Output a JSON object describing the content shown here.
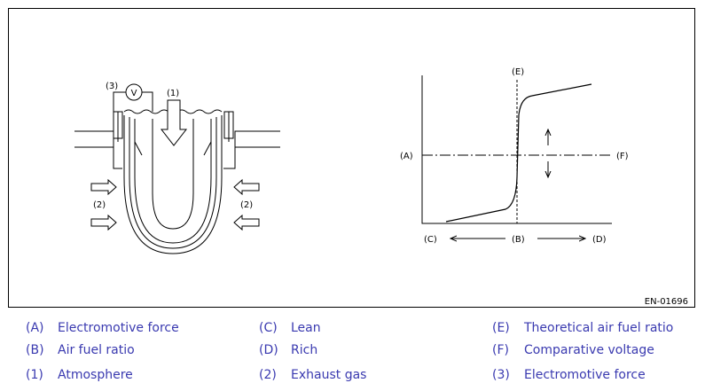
{
  "figure": {
    "code": "EN-01696",
    "labels": {
      "a": "(A)",
      "b": "(B)",
      "c": "(C)",
      "d": "(D)",
      "e": "(E)",
      "f": "(F)",
      "n1": "(1)",
      "n2": "(2)",
      "n3": "(3)",
      "voltmeter": "V"
    }
  },
  "legend": {
    "rows": [
      [
        {
          "key": "(A)",
          "text": "Electromotive force"
        },
        {
          "key": "(C)",
          "text": "Lean"
        },
        {
          "key": "(E)",
          "text": "Theoretical air fuel ratio"
        }
      ],
      [
        {
          "key": "(B)",
          "text": "Air fuel ratio"
        },
        {
          "key": "(D)",
          "text": "Rich"
        },
        {
          "key": "(F)",
          "text": "Comparative voltage"
        }
      ],
      [
        {
          "key": "(1)",
          "text": "Atmosphere"
        },
        {
          "key": "(2)",
          "text": "Exhaust gas"
        },
        {
          "key": "(3)",
          "text": "Electromotive force"
        }
      ]
    ]
  },
  "colors": {
    "legend_text": "#3a3ab0",
    "line": "#000000"
  }
}
